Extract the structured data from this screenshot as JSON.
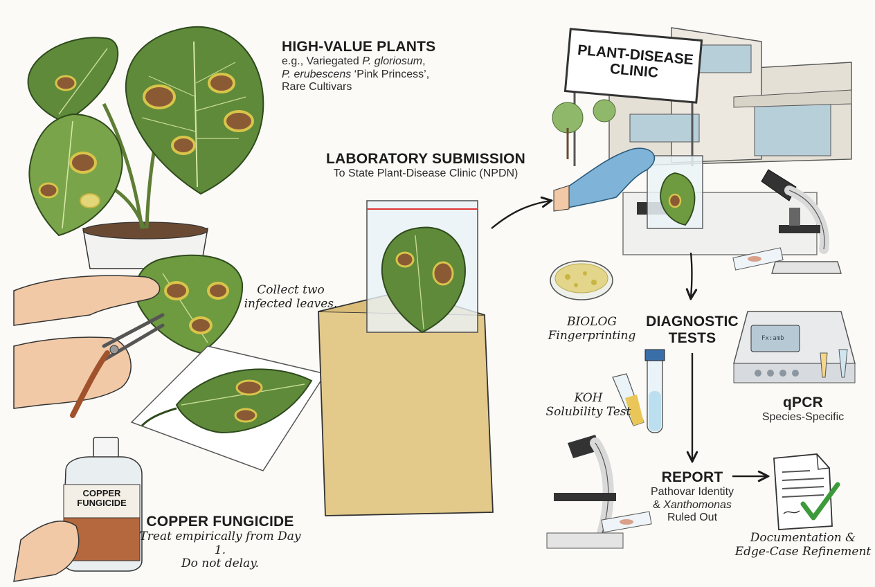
{
  "plants": {
    "title": "HIGH-VALUE PLANTS",
    "line1_pre": "e.g., Variegated ",
    "line1_em": "P. gloriosum",
    "line1_post": ",",
    "line2_em": "P. erubescens",
    "line2_post": " ‘Pink Princess’,",
    "line3": "Rare Cultivars"
  },
  "collect": {
    "line1": "Collect two",
    "line2": "infected leaves."
  },
  "copper": {
    "title": "COPPER FUNGICIDE",
    "line1": "Treat empirically from Day 1.",
    "line2": "Do not delay.",
    "bottle_line1": "COPPER",
    "bottle_line2": "FUNGICIDE"
  },
  "submission": {
    "title": "LABORATORY SUBMISSION",
    "subtitle": "To State Plant-Disease Clinic (NPDN)"
  },
  "clinic": {
    "sign_line1": "PLANT-DISEASE",
    "sign_line2": "CLINIC"
  },
  "biolog": {
    "line1": "BIOLOG",
    "line2": "Fingerprinting"
  },
  "diagnostic": {
    "line1": "DIAGNOSTIC",
    "line2": "TESTS"
  },
  "koh": {
    "line1": "KOH",
    "line2": "Solubility Test"
  },
  "qpcr": {
    "title": "qPCR",
    "subtitle": "Species-Specific",
    "screen": "Fx:amb"
  },
  "report": {
    "title": "REPORT",
    "line1": "Pathovar Identity",
    "line2_pre": "& ",
    "line2_em": "Xanthomonas",
    "line3": "Ruled Out"
  },
  "documentation": {
    "line1": "Documentation &",
    "line2": "Edge-Case Refinement"
  },
  "colors": {
    "leaf": "#5e8a3a",
    "leaf_light": "#a9c46a",
    "lesion": "#8a5a35",
    "halo": "#d9c44a",
    "envelope": "#e3c98a",
    "glove": "#7fb4d8",
    "check": "#3d9a3a",
    "ink": "#1c1c1c"
  }
}
